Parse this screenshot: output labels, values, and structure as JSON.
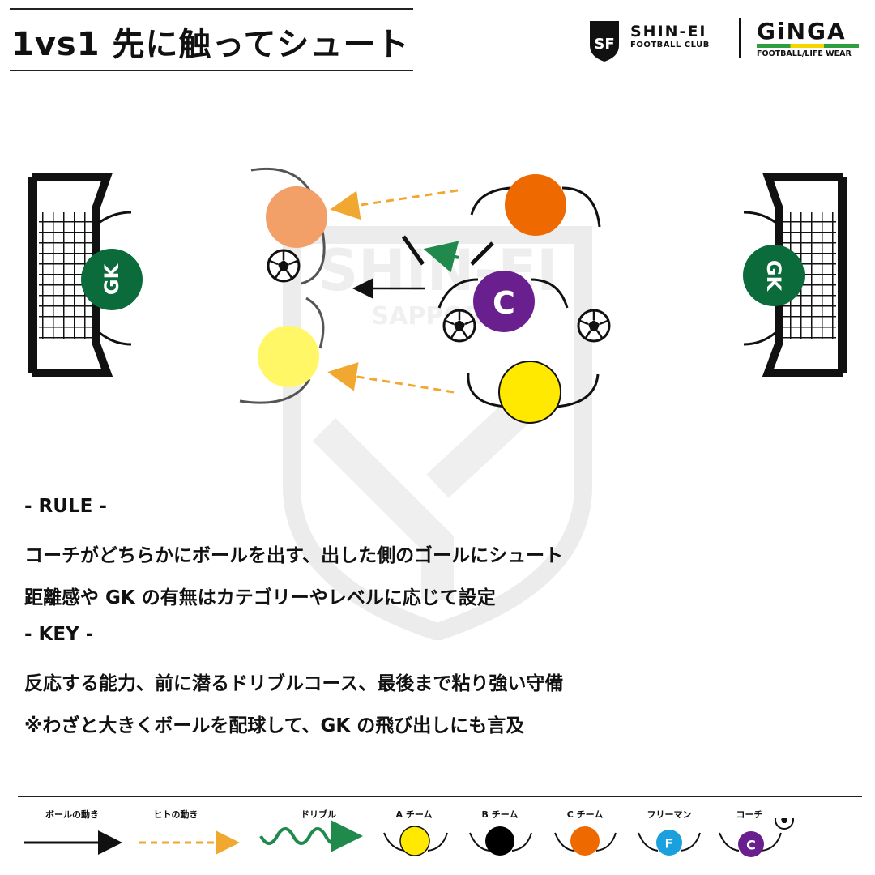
{
  "header": {
    "title": "1vs1 先に触ってシュート",
    "club_name": "SHIN-EI",
    "club_sub": "FOOTBALL CLUB",
    "badge_text": "SF",
    "partner_name": "GiNGA",
    "partner_sub": "FOOTBALL/LIFE WEAR"
  },
  "diagram": {
    "gk_label": "GK",
    "coach_label": "C",
    "watermark_text": "SHIN-EI",
    "watermark_sub": "SAPPORO"
  },
  "rules": {
    "rule_heading": "- RULE -",
    "rule_lines": [
      "コーチがどちらかにボールを出す、出した側のゴールにシュート",
      "距離感や GK の有無はカテゴリーやレベルに応じて設定"
    ],
    "key_heading": "- KEY -",
    "key_lines": [
      "反応する能力、前に潜るドリブルコース、最後まで粘り強い守備",
      "※わざと大きくボールを配球して、GK の飛び出しにも言及"
    ]
  },
  "legend": {
    "items": [
      {
        "label": "ボールの動き"
      },
      {
        "label": "ヒトの動き"
      },
      {
        "label": "ドリブル"
      },
      {
        "label": "A チーム",
        "color": "#ffe900"
      },
      {
        "label": "B チーム",
        "color": "#000000"
      },
      {
        "label": "C チーム",
        "color": "#ee6a00"
      },
      {
        "label": "フリーマン",
        "color": "#1aa0dc",
        "badge": "F"
      },
      {
        "label": "コーチ",
        "color": "#6a1f8e",
        "badge": "C"
      }
    ]
  },
  "colors": {
    "team_a": "#ffe900",
    "team_a_light": "#fff766",
    "team_c": "#ee6a00",
    "team_c_light": "#f2a068",
    "gk": "#0c6b3a",
    "coach": "#6a1f8e",
    "person_arrow": "#f0a830",
    "dribble": "#1f8a4c",
    "free": "#1aa0dc"
  }
}
